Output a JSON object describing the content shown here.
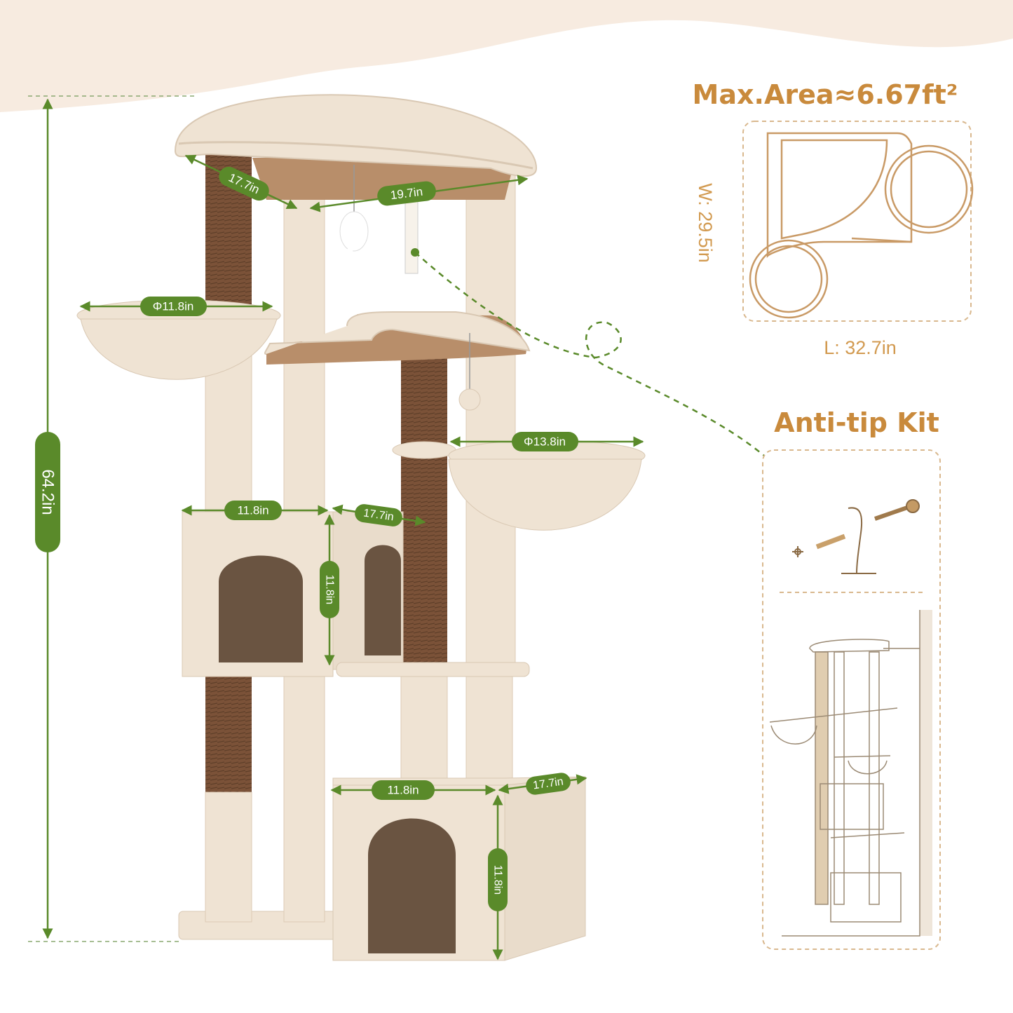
{
  "right_panel": {
    "area_title": "Max.Area≈6.67ft²",
    "width_label": "W: 29.5in",
    "length_label": "L: 32.7in",
    "kit_title": "Anti-tip Kit"
  },
  "dimensions": {
    "total_height": "64.2in",
    "top_depth": "17.7in",
    "top_width": "19.7in",
    "left_basket": "Φ11.8in",
    "right_basket": "Φ13.8in",
    "mid_condo_width": "11.8in",
    "mid_condo_depth": "17.7in",
    "mid_condo_height": "11.8in",
    "base_condo_width": "11.8in",
    "base_condo_depth": "17.7in",
    "base_condo_height": "11.8in"
  },
  "colors": {
    "dimension_green": "#5a8a2a",
    "heading_orange": "#c98a3c",
    "plush_beige": "#efe3d3",
    "sisal_brown": "#7b5238",
    "background_cream": "#f7ebe0"
  }
}
